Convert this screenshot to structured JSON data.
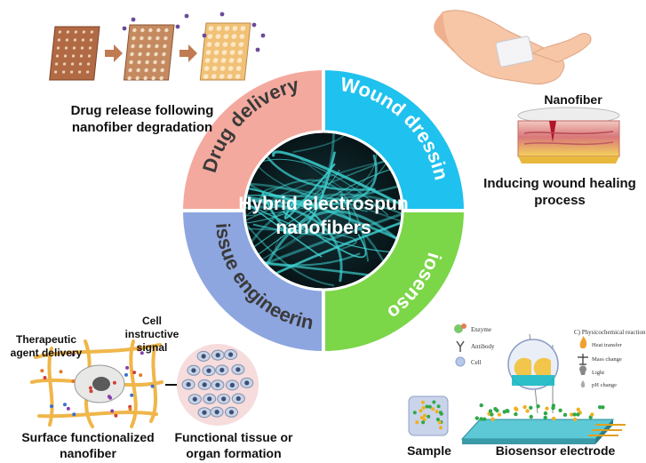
{
  "center": {
    "line1": "Hybrid electrospun",
    "line2": "nanofibers"
  },
  "segments": [
    {
      "label": "Drug delivery",
      "color": "#f4a99e"
    },
    {
      "label": "Wound dressing",
      "color": "#1fc1ee"
    },
    {
      "label": "Biosensors",
      "color": "#7bd648"
    },
    {
      "label": "Tissue engineering",
      "color": "#8ea6e0"
    }
  ],
  "drug_delivery": {
    "caption_line1": "Drug release following",
    "caption_line2": "nanofiber degradation"
  },
  "wound_dressing": {
    "nanofiber_label": "Nanofiber",
    "caption_line1": "Inducing wound healing",
    "caption_line2": "process"
  },
  "tissue_engineering": {
    "therapeutic_line1": "Therapeutic",
    "therapeutic_line2": "agent delivery",
    "cell_signal_line1": "Cell",
    "cell_signal_line2": "instructive",
    "cell_signal_line3": "signal",
    "surface_line1": "Surface functionalized",
    "surface_line2": "nanofiber",
    "functional_line1": "Functional tissue or",
    "functional_line2": "organ formation"
  },
  "biosensors": {
    "sample_label": "Sample",
    "electrode_label": "Biosensor electrode",
    "legend": [
      "Enzyme",
      "Antibody",
      "Cell"
    ],
    "reaction_title": "C) Physicochemical reaction",
    "reactions": [
      "Heat transfer",
      "Mass change",
      "Light",
      "pH change"
    ]
  },
  "colors": {
    "core_dark": "#0c1e22",
    "fiber": "#3fd3d3",
    "text": "#111111"
  }
}
